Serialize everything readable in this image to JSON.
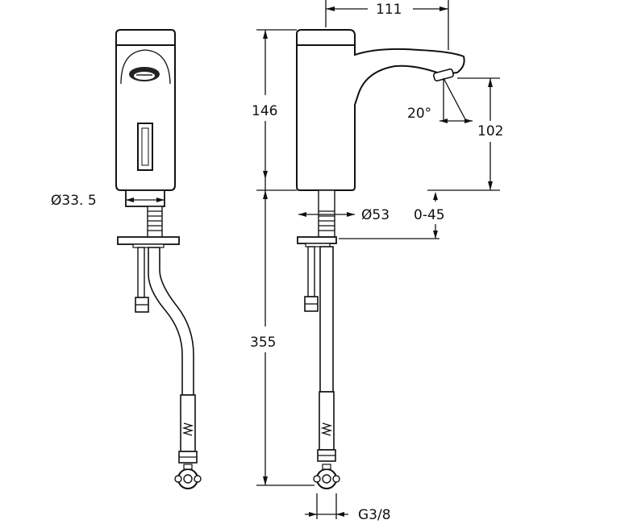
{
  "dimensions": {
    "spout_reach": "111",
    "body_height": "146",
    "spout_outlet_height": "102",
    "spray_angle": "20°",
    "deck_mount_diameter": "Ø53",
    "side_width": "Ø33. 5",
    "deck_thickness": "0-45",
    "hose_length": "355",
    "connection_thread": "G3/8"
  }
}
